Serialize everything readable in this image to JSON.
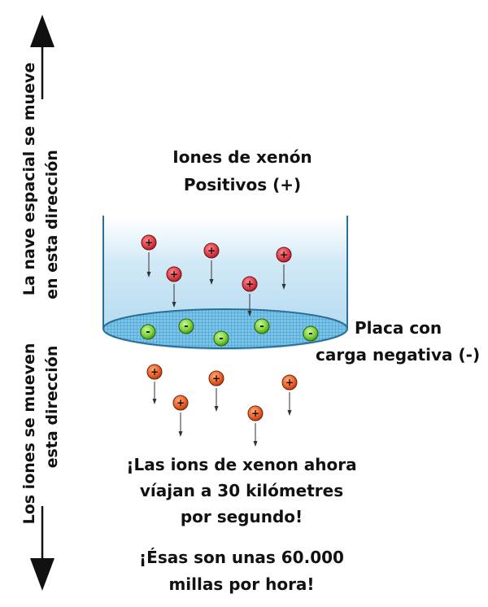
{
  "labels": {
    "xenon_ions_line1": "Iones de xenón",
    "xenon_ions_line2": "Positivos (+)",
    "plate_line1": "Placa con",
    "plate_line2": "carga negativa (-)",
    "ship_direction_line1": "La nave espacial se mueve",
    "ship_direction_line2": "en esta dirección",
    "ions_direction_line1": "Los iones se mueven",
    "ions_direction_line2": "esta dirección",
    "speed_line1": "¡Las ions de xenon ahora",
    "speed_line2": "víajan a 30 kilómetres",
    "speed_line3": "por segundo!",
    "mph_line1": "¡Ésas son unas 60.000",
    "mph_line2": "millas por hora!"
  },
  "ion_symbols": {
    "positive": "+",
    "negative": "-"
  },
  "colors": {
    "cylinder": "#bfe0f2",
    "cylinder_edge": "#2b6f97",
    "grid_plate": "#58b4e0",
    "positive_ion_inside": "#e0404a",
    "positive_ion_outside": "#f0602a",
    "negative_ion": "#7ed23a",
    "arrow": "#111111"
  }
}
